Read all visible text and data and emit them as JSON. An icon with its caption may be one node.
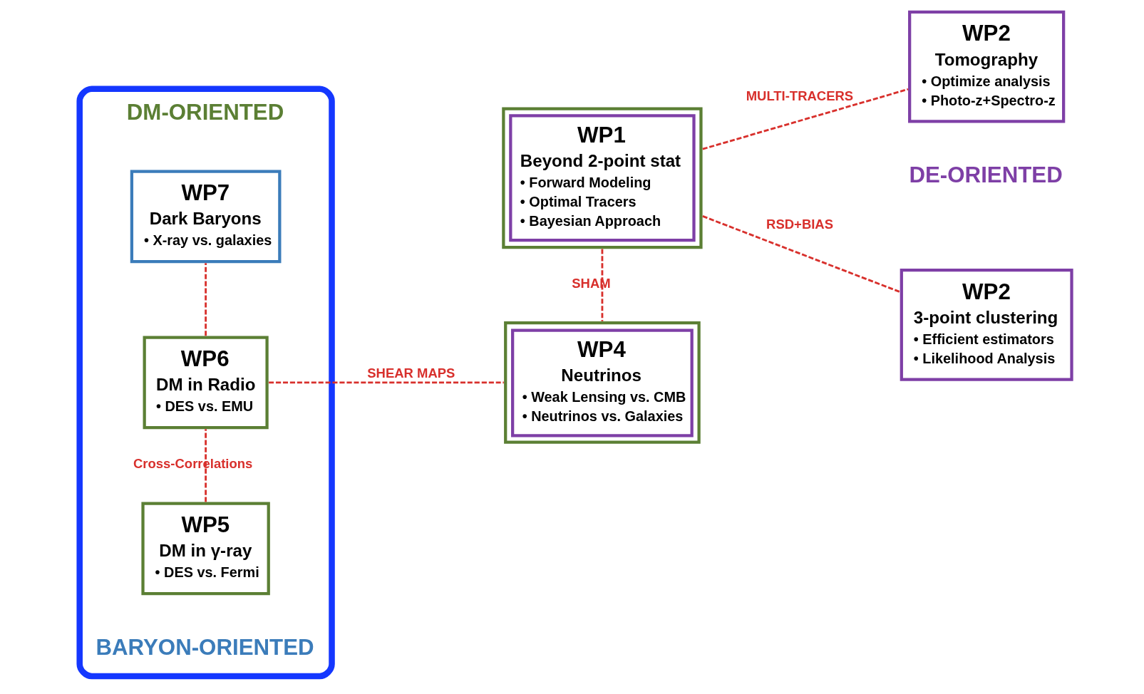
{
  "diagram": {
    "nodes": [
      {
        "text": [],
        "shape": "ellipse"
      },
      {
        "text": [
          "WP5",
          "DM in γ-ray",
          "• DES vs. Fermi"
        ],
        "in": 0
      },
      {
        "text": [
          "WP6",
          "DM in Radio",
          "• DES vs. EMU"
        ],
        "in": 0
      },
      {
        "text": [
          "WP7",
          "Dark Baryons",
          "• X-ray vs. galaxies"
        ],
        "in": 0
      },
      {
        "text": [
          "WP1",
          "Beyond 2-point stat",
          "• Forward Modeling",
          "• Optimal Tracers",
          "• Bayesian Approach"
        ]
      },
      {
        "text": [
          "WP4",
          "Neutrinos",
          "• Weak Lensing vs. CMB",
          "• Neutrinos vs. Galaxies"
        ]
      },
      {
        "text": [
          "WP2",
          "3-point clustering",
          "• Efficient estimators",
          "• Likelihood Analysis"
        ]
      },
      {
        "text": [
          "WP2",
          "Tomography",
          "• Optimize analysis",
          "• Photo-z+Spectro-z"
        ]
      }
    ],
    "edges": [
      {
        "from": 1,
        "to": 2,
        "arrow": "none",
        "style": "dashed",
        "label": "Cross-Correlations"
      },
      {
        "from": 2,
        "to": 3,
        "arrow": "none",
        "style": "dashed"
      },
      {
        "from": 4,
        "to": 5,
        "arrow": "none",
        "style": "dashed",
        "label": "SHAM"
      },
      {
        "from": 2,
        "to": 5,
        "arrow": "none",
        "style": "dashed",
        "label": "SHEAR MAPS"
      },
      {
        "from": 4,
        "to": 6,
        "arrow": "none",
        "style": "dashed",
        "label": "RSD+BIAS"
      },
      {
        "from": 4,
        "to": 7,
        "arrow": "none",
        "style": "dashed",
        "label": "MULTI-TRACERS"
      }
    ],
    "labels": [
      "DM-ORIENTED",
      "DE-ORIENTED",
      "BARYON-ORIENTED"
    ]
  }
}
